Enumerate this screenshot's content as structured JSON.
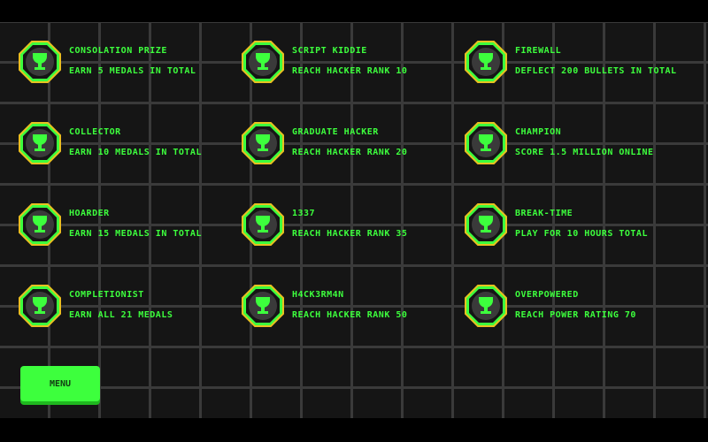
{
  "medals": [
    {
      "title": "CONSOLATION PRIZE",
      "desc": "EARN 5 MEDALS IN TOTAL"
    },
    {
      "title": "SCRIPT KIDDIE",
      "desc": "REACH HACKER RANK 10"
    },
    {
      "title": "FIREWALL",
      "desc": "DEFLECT 200 BULLETS IN TOTAL"
    },
    {
      "title": "COLLECTOR",
      "desc": "EARN 10 MEDALS IN TOTAL"
    },
    {
      "title": "GRADUATE HACKER",
      "desc": "REACH HACKER RANK 20"
    },
    {
      "title": "CHAMPION",
      "desc": "SCORE 1.5 MILLION ONLINE"
    },
    {
      "title": "HOARDER",
      "desc": "EARN 15 MEDALS IN TOTAL"
    },
    {
      "title": "1337",
      "desc": "REACH HACKER RANK 35"
    },
    {
      "title": "BREAK-TIME",
      "desc": "PLAY FOR 10 HOURS TOTAL"
    },
    {
      "title": "COMPLETIONIST",
      "desc": "EARN ALL 21 MEDALS"
    },
    {
      "title": "H4CK3RM4N",
      "desc": "REACH HACKER RANK 50"
    },
    {
      "title": "OVERPOWERED",
      "desc": "REACH POWER RATING 70"
    }
  ],
  "menu_label": "MENU",
  "colors": {
    "accent": "#3dff3d",
    "badge_ring": "#e8c020",
    "background": "#151515",
    "grid": "#3a3a3a"
  }
}
